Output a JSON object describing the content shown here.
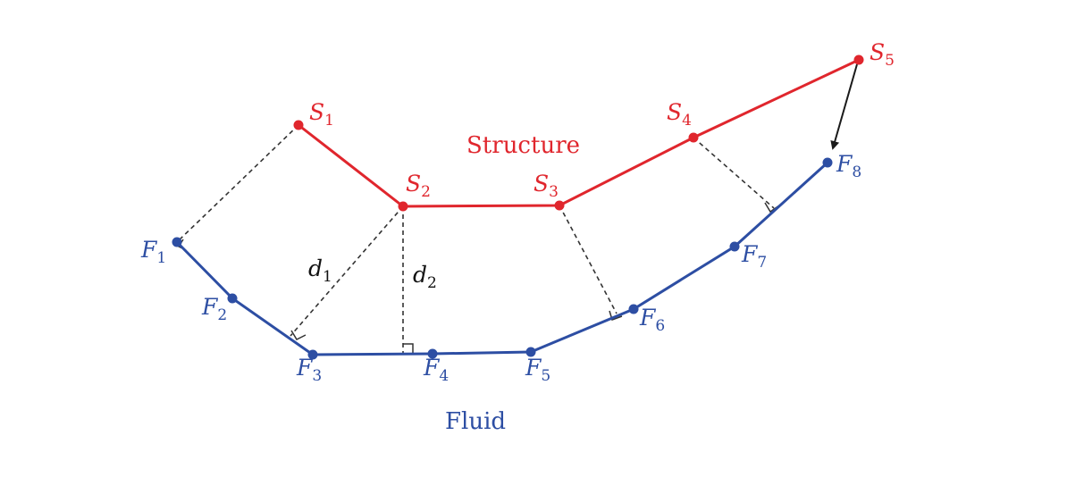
{
  "colors": {
    "structure": "#e0262d",
    "fluid": "#2d4ea3",
    "projection": "#333333",
    "arrow": "#1a1a1a",
    "background": "#ffffff"
  },
  "labels": {
    "structure": "Structure",
    "fluid": "Fluid",
    "d1": "d",
    "d1_sub": "1",
    "d2": "d",
    "d2_sub": "2",
    "s_letter": "S",
    "f_letter": "F",
    "s_subs": [
      "1",
      "2",
      "3",
      "4",
      "5"
    ],
    "f_subs": [
      "1",
      "2",
      "3",
      "4",
      "5",
      "6",
      "7",
      "8"
    ]
  }
}
